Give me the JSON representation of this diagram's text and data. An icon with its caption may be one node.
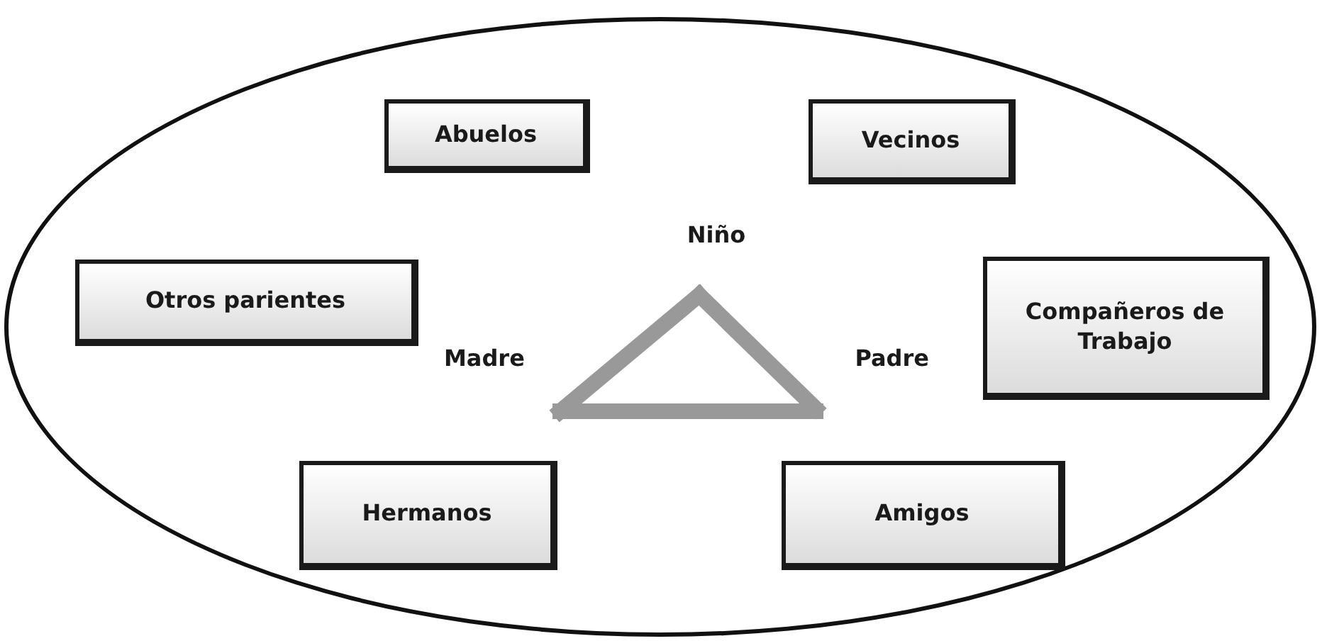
{
  "diagram": {
    "nodes": [
      {
        "text": [],
        "shape": "ellipse"
      },
      {
        "text": [
          "Abuelos"
        ],
        "in": 0
      },
      {
        "text": [
          "Vecinos"
        ],
        "in": 0
      },
      {
        "text": [
          "Niño"
        ],
        "in": 0
      },
      {
        "text": [
          "Otros parientes"
        ],
        "in": 0
      },
      {
        "text": [
          "Compañeros de Trabajo"
        ],
        "in": 0
      },
      {
        "text": [
          "Madre"
        ],
        "in": 0
      },
      {
        "text": [
          "Padre"
        ],
        "in": 0
      },
      {
        "text": [
          "Hermanos"
        ],
        "in": 0
      },
      {
        "text": [
          "Amigos"
        ],
        "in": 0
      }
    ],
    "edges": [
      {
        "from": 6,
        "to": 3,
        "arrow": "none"
      },
      {
        "from": 3,
        "to": 7,
        "arrow": "none"
      },
      {
        "from": 6,
        "to": 7,
        "arrow": "none"
      }
    ]
  }
}
